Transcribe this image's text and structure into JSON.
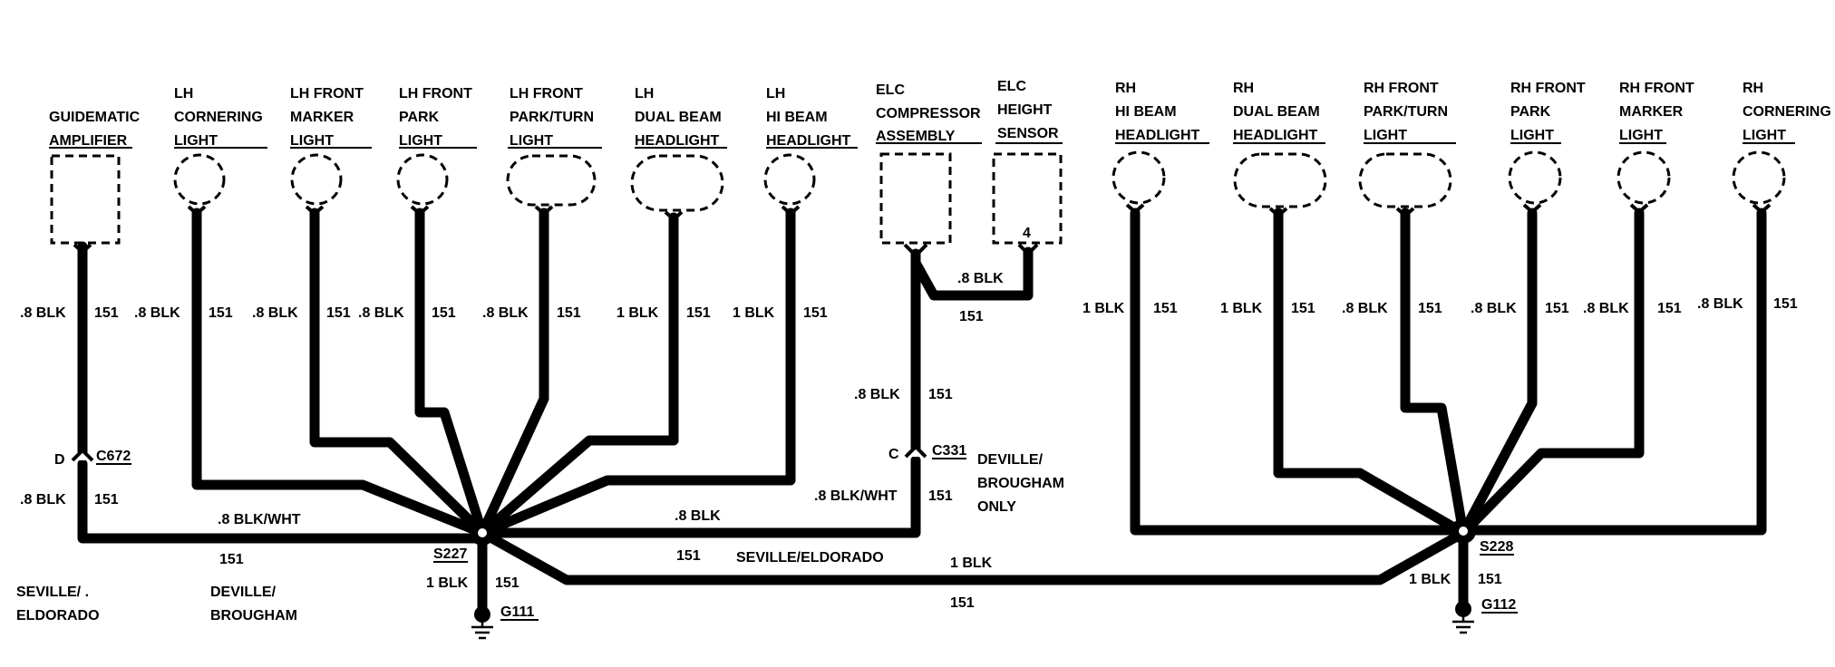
{
  "components": {
    "guidematic": {
      "title": [
        "GUIDEMATIC",
        "AMPLIFIER"
      ]
    },
    "lh_cornering": {
      "title": [
        "LH",
        "CORNERING",
        "LIGHT"
      ]
    },
    "lh_front_marker": {
      "title": [
        "LH FRONT",
        "MARKER",
        "LIGHT"
      ]
    },
    "lh_front_park": {
      "title": [
        "LH FRONT",
        "PARK",
        "LIGHT"
      ]
    },
    "lh_front_park_turn": {
      "title": [
        "LH FRONT",
        "PARK/TURN",
        "LIGHT"
      ]
    },
    "lh_dual_beam": {
      "title": [
        "LH",
        "DUAL BEAM",
        "HEADLIGHT"
      ]
    },
    "lh_hi_beam": {
      "title": [
        "LH",
        "HI BEAM",
        "HEADLIGHT"
      ]
    },
    "elc_compressor": {
      "title": [
        "ELC",
        "COMPRESSOR",
        "ASSEMBLY"
      ]
    },
    "elc_height_sensor": {
      "title": [
        "ELC",
        "HEIGHT",
        "SENSOR"
      ],
      "pin": "4"
    },
    "rh_hi_beam": {
      "title": [
        "RH",
        "HI BEAM",
        "HEADLIGHT"
      ]
    },
    "rh_dual_beam": {
      "title": [
        "RH",
        "DUAL BEAM",
        "HEADLIGHT"
      ]
    },
    "rh_front_park_turn": {
      "title": [
        "RH FRONT",
        "PARK/TURN",
        "LIGHT"
      ]
    },
    "rh_front_park": {
      "title": [
        "RH FRONT",
        "PARK",
        "LIGHT"
      ]
    },
    "rh_front_marker": {
      "title": [
        "RH FRONT",
        "MARKER",
        "LIGHT"
      ]
    },
    "rh_cornering": {
      "title": [
        "RH",
        "CORNERING",
        "LIGHT"
      ]
    }
  },
  "wire_labels": {
    "guidematic": {
      "color": ".8 BLK",
      "circuit": "151"
    },
    "lh_cornering": {
      "color": ".8 BLK",
      "circuit": "151"
    },
    "lh_front_marker": {
      "color": ".8 BLK",
      "circuit": "151"
    },
    "lh_front_park": {
      "color": ".8 BLK",
      "circuit": "151"
    },
    "lh_front_park_turn": {
      "color": ".8 BLK",
      "circuit": "151"
    },
    "lh_dual_beam": {
      "color": "1 BLK",
      "circuit": "151"
    },
    "lh_hi_beam": {
      "color": "1 BLK",
      "circuit": "151"
    },
    "elc_height_jumper": {
      "color": ".8 BLK",
      "circuit": "151"
    },
    "elc_compressor": {
      "color": ".8 BLK",
      "circuit": "151"
    },
    "elc_compressor_lower": {
      "color": ".8 BLK/WHT",
      "circuit": "151"
    },
    "elc_to_s227": {
      "color": ".8 BLK",
      "circuit": "151"
    },
    "rh_hi_beam": {
      "color": "1 BLK",
      "circuit": "151"
    },
    "rh_dual_beam": {
      "color": "1 BLK",
      "circuit": "151"
    },
    "rh_front_park_turn": {
      "color": ".8 BLK",
      "circuit": "151"
    },
    "rh_front_park": {
      "color": ".8 BLK",
      "circuit": "151"
    },
    "rh_front_marker": {
      "color": ".8 BLK",
      "circuit": "151"
    },
    "rh_cornering": {
      "color": ".8 BLK",
      "circuit": "151"
    },
    "guidematic_lower": {
      "color": ".8 BLK",
      "circuit": "151"
    },
    "guidematic_to_s227": {
      "color": ".8 BLK/WHT",
      "circuit": "151"
    },
    "s227_to_s228": {
      "color": "1 BLK",
      "circuit": "151"
    }
  },
  "connectors": {
    "c672": {
      "pin": "D",
      "name": "C672"
    },
    "c331": {
      "pin": "C",
      "name": "C331"
    }
  },
  "splices": {
    "s227": {
      "name": "S227",
      "color": "1 BLK",
      "circuit": "151"
    },
    "s228": {
      "name": "S228",
      "color": "1 BLK",
      "circuit": "151"
    }
  },
  "grounds": {
    "g111": "G111",
    "g112": "G112"
  },
  "notes": {
    "deville_brougham_only": [
      "DEVILLE/",
      "BROUGHAM",
      "ONLY"
    ],
    "seville_eldorado_center": "SEVILLE/ELDORADO",
    "seville_eldorado_left": [
      "SEVILLE/ .",
      "ELDORADO"
    ],
    "deville_brougham_left": [
      "DEVILLE/",
      "BROUGHAM"
    ]
  }
}
